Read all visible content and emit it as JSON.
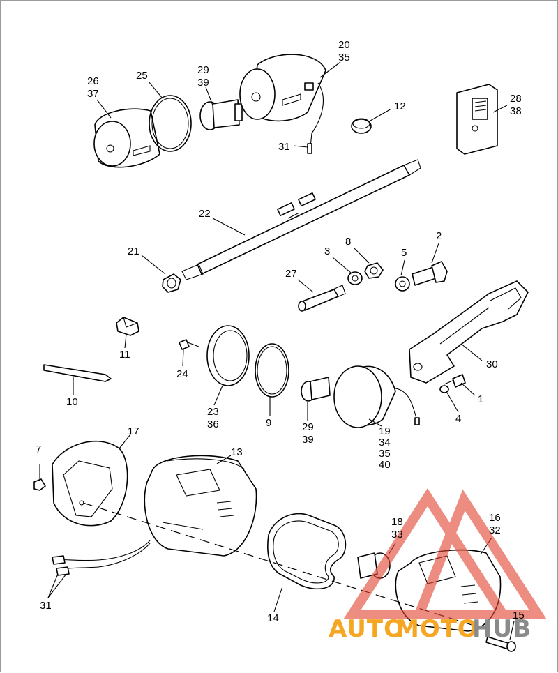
{
  "labels": {
    "l20_35": [
      "20",
      "35"
    ],
    "l29_39_top": [
      "29",
      "39"
    ],
    "l25": "25",
    "l26_37": [
      "26",
      "37"
    ],
    "l12": "12",
    "l28_38": [
      "28",
      "38"
    ],
    "l31_top": "31",
    "l22": "22",
    "l21": "21",
    "l3": "3",
    "l8": "8",
    "l2": "2",
    "l5": "5",
    "l27": "27",
    "l11": "11",
    "l24": "24",
    "l30": "30",
    "l1": "1",
    "l4": "4",
    "l10": "10",
    "l23_36": [
      "23",
      "36"
    ],
    "l9": "9",
    "l29_39_mid": [
      "29",
      "39"
    ],
    "l19_34_35_40": [
      "19",
      "34",
      "35",
      "40"
    ],
    "l17": "17",
    "l7": "7",
    "l13": "13",
    "l18_33": [
      "18",
      "33"
    ],
    "l16_32": [
      "16",
      "32"
    ],
    "l14": "14",
    "l15": "15",
    "l31_bottom": "31"
  },
  "watermark": {
    "text_part1": "AUTO",
    "text_part2": "MOTO",
    "text_part3": "HUB",
    "color_red": "#e2432f",
    "color_orange": "#f5a623",
    "color_gray": "#8a8a8a"
  }
}
